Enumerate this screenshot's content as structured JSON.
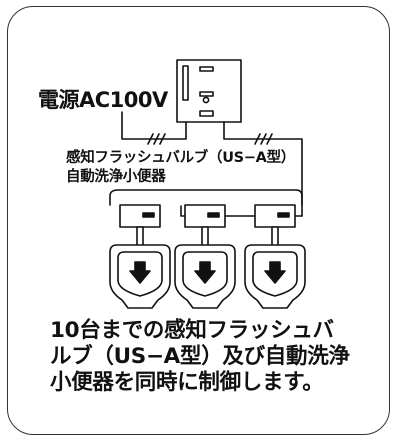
{
  "diagram": {
    "power_label": "電源AC100V",
    "valve_label_line1": "感知フラッシュバルブ（US−A型）",
    "valve_label_line2": "自動洗浄小便器",
    "caption_lines": [
      "10台までの感知フラッシュバ",
      "ルブ（US−A型）及び自動洗浄",
      "小便器を同時に制御します。"
    ],
    "urinal_count": 3,
    "colors": {
      "line": "#111111",
      "fill": "#ffffff",
      "border": "#333333"
    }
  }
}
